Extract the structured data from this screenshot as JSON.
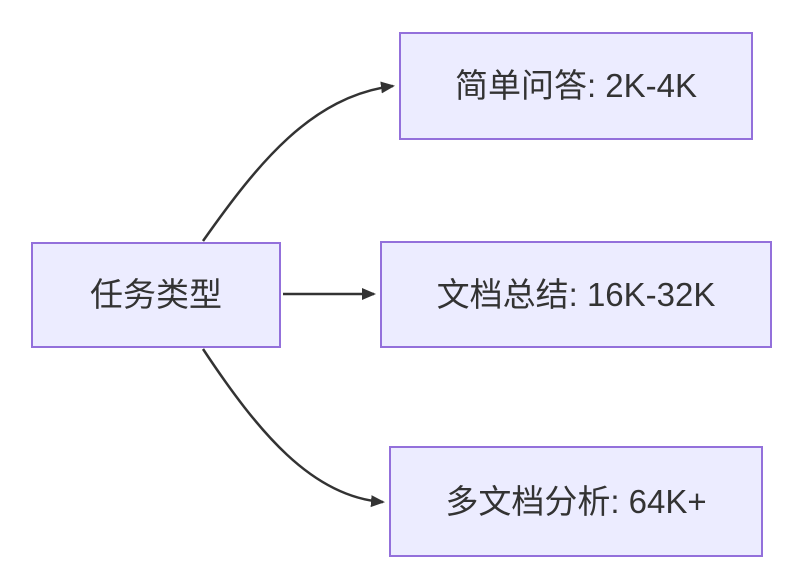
{
  "colors": {
    "background": "#FFFFFF",
    "node_fill": "#ECECFF",
    "node_border": "#9370DB",
    "node_text": "#333333",
    "edge": "#333333"
  },
  "nodes": {
    "root": {
      "label": "任务类型"
    },
    "branches": [
      {
        "label": "简单问答: 2K-4K"
      },
      {
        "label": "文档总结: 16K-32K"
      },
      {
        "label": "多文档分析: 64K+"
      }
    ]
  }
}
